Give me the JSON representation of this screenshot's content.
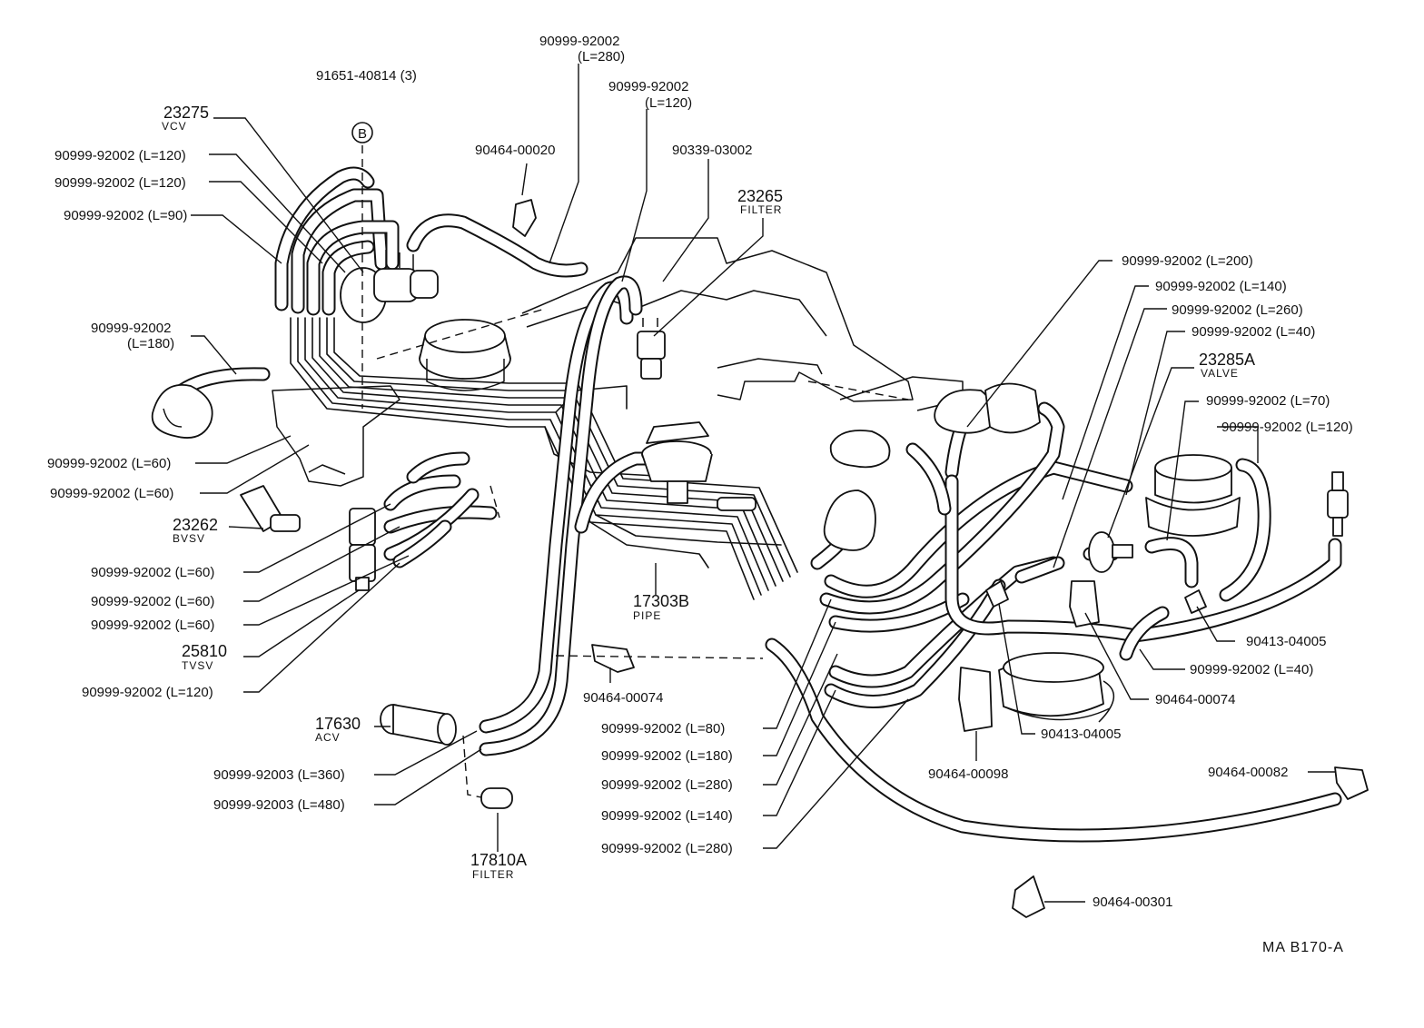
{
  "callouts": {
    "top_tube_280": "90999-92002",
    "top_tube_280_len": "(L=280)",
    "bolt": "91651-40814 (3)",
    "vcv_num": "23275",
    "vcv_name": "VCV",
    "l120_a": "90999-92002 (L=120)",
    "l120_b": "90999-92002 (L=120)",
    "l90": "90999-92002 (L=90)",
    "clamp_20": "90464-00020",
    "tube_120": "90999-92002",
    "tube_120_len": "(L=120)",
    "elbow": "90339-03002",
    "filter_num": "23265",
    "filter_name": "FILTER",
    "l180_left": "90999-92002",
    "l180_left_len": "(L=180)",
    "l60_a": "90999-92002 (L=60)",
    "l60_b": "90999-92002 (L=60)",
    "bvsv_num": "23262",
    "bvsv_name": "BVSV",
    "l60_c": "90999-92002 (L=60)",
    "l60_d": "90999-92002 (L=60)",
    "l60_e": "90999-92002 (L=60)",
    "tvsv_num": "25810",
    "tvsv_name": "TVSV",
    "l120_c": "90999-92002 (L=120)",
    "acv_num": "17630",
    "acv_name": "ACV",
    "l360": "90999-92003 (L=360)",
    "l480": "90999-92003 (L=480)",
    "filter2_num": "17810A",
    "filter2_name": "FILTER",
    "pipe_num": "17303B",
    "pipe_name": "PIPE",
    "clamp_74_a": "90464-00074",
    "l80": "90999-92002 (L=80)",
    "l180_mid": "90999-92002 (L=180)",
    "l280_a": "90999-92002 (L=280)",
    "l140_a": "90999-92002 (L=140)",
    "l280_b": "90999-92002 (L=280)",
    "l200": "90999-92002 (L=200)",
    "l140_b": "90999-92002 (L=140)",
    "l260": "90999-92002 (L=260)",
    "l40_a": "90999-92002 (L=40)",
    "valve_num": "23285A",
    "valve_name": "VALVE",
    "l70": "90999-92002 (L=70)",
    "l120_right": "90999-92002 (L=120)",
    "joint_a": "90413-04005",
    "l40_b": "90999-92002 (L=40)",
    "clamp_74_b": "90464-00074",
    "joint_b": "90413-04005",
    "clamp_98": "90464-00098",
    "clamp_82": "90464-00082",
    "clamp_301": "90464-00301",
    "drawing_code": "MA  B170-A"
  },
  "marker_b": "B"
}
